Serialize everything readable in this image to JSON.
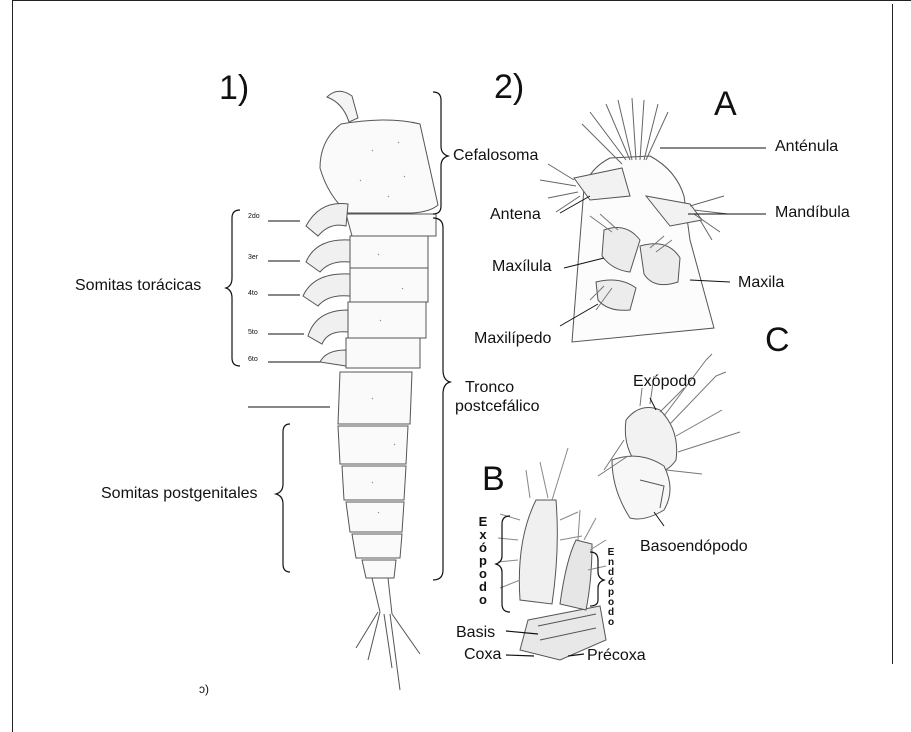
{
  "panels": {
    "p1": "1)",
    "p2": "2)",
    "a": "A",
    "b": "B",
    "c": "C"
  },
  "labels1": {
    "cefalosoma": "Cefalosoma",
    "somitas_toracicas": "Somitas torácicas",
    "tronco_1": "Tronco",
    "tronco_2": "postcefálico",
    "somitas_postgenitales": "Somitas postgenitales",
    "s2": "2do",
    "s3": "3er",
    "s4": "4to",
    "s5": "5to",
    "s6": "6to",
    "stray": "ɔ)"
  },
  "labelsA": {
    "antenula": "Anténula",
    "antena": "Antena",
    "mandibula": "Mandíbula",
    "maxilula": "Maxílula",
    "maxila": "Maxila",
    "maxilipedo": "Maxilípedo"
  },
  "labelsB": {
    "exopodo": "Exópodo",
    "endopodo": "Endópodo",
    "basis": "Basis",
    "coxa": "Coxa",
    "precoxa": "Précoxa"
  },
  "labelsC": {
    "exopodo": "Exópodo",
    "basoendopodo": "Basoendópodo"
  }
}
